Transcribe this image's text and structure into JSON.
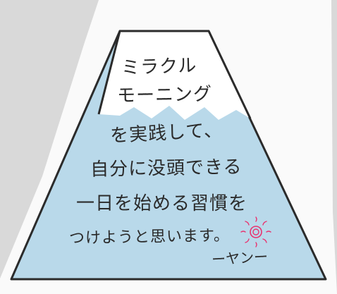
{
  "note": {
    "lines": [
      "ミラクル",
      "モーニング",
      "を実践して、",
      "自分に没頭できる",
      "一日を始める習慣を",
      "つけようと思います。"
    ],
    "signature": "ーヤンー"
  },
  "colors": {
    "paper": "#fafafa",
    "mountain_fill": "#b9d9ea",
    "mountain_outline": "#2b2b2b",
    "ink": "#2b2b2b",
    "sun": "#e8336f"
  },
  "icons": {
    "sun": "sun-doodle-icon"
  }
}
